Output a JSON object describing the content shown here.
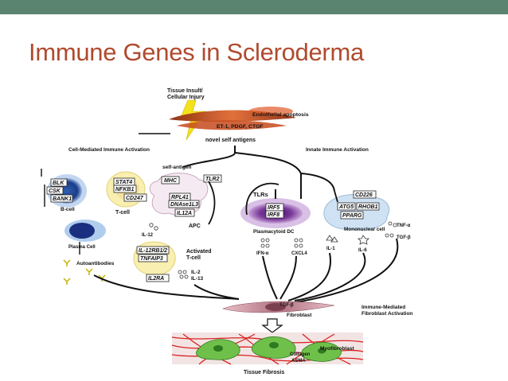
{
  "slide": {
    "title": "Immune Genes in Scleroderma",
    "colors": {
      "topbar": "#5b8470",
      "title": "#b04a2e"
    }
  },
  "diagram": {
    "top": {
      "tissue_insult": "Tissue Insult/",
      "cellular_injury": "Cellular Injury",
      "endothelial_apoptosis": "Endothelial apoptosis",
      "growth_factors": "ET-1, PDGF, CTGF",
      "novel_self_antigens": "novel self antigens"
    },
    "sections": {
      "cell_mediated": "Cell-Mediated Immune Activation",
      "innate": "Innate Immune Activation",
      "fibroblast_activation_1": "Immune-Mediated",
      "fibroblast_activation_2": "Fibroblast Activation"
    },
    "adaptive": {
      "self_antigen": "self-antigen",
      "b_cell_genes": [
        "BLK",
        "CSK",
        "BANK1"
      ],
      "b_cell_label": "B-cell",
      "t_cell_genes": [
        "STAT4",
        "NFKB1",
        "CD247"
      ],
      "t_cell_label": "T-cell",
      "apc_genes": [
        "MHC",
        "TLR2",
        "RPL41",
        "DNAse1L3",
        "IL12A"
      ],
      "apc_label": "APC",
      "il12": "IL-12",
      "plasma_cell": "Plasma Cell",
      "autoantibodies": "Autoantibodies",
      "activated_genes": [
        "IL-12RB1/2",
        "TNFAIP3",
        "IL2RA"
      ],
      "activated_label_1": "Activated",
      "activated_label_2": "T-cell",
      "il2": "IL-2",
      "il13": "IL-13"
    },
    "innate_cells": {
      "tlrs": "TLRs",
      "pdc_genes": [
        "IRF5",
        "IRF8"
      ],
      "pdc_label": "Plasmacytoid DC",
      "mono_genes": [
        "CD226",
        "ATG5",
        "RHOB1",
        "PPARG"
      ],
      "mono_label": "Mononuclear cell",
      "cytokines": [
        "IFN-α",
        "CXCL4",
        "IL-1",
        "IL-6",
        "TNF-α",
        "TGF-β"
      ]
    },
    "bottom": {
      "tgfb": "TGF-β",
      "fibroblast": "Fibroblast",
      "collagen": "Collagen",
      "asma": "ASMA",
      "myofibroblast": "Myofibroblast",
      "tissue_fibrosis": "Tissue Fibrosis"
    }
  }
}
